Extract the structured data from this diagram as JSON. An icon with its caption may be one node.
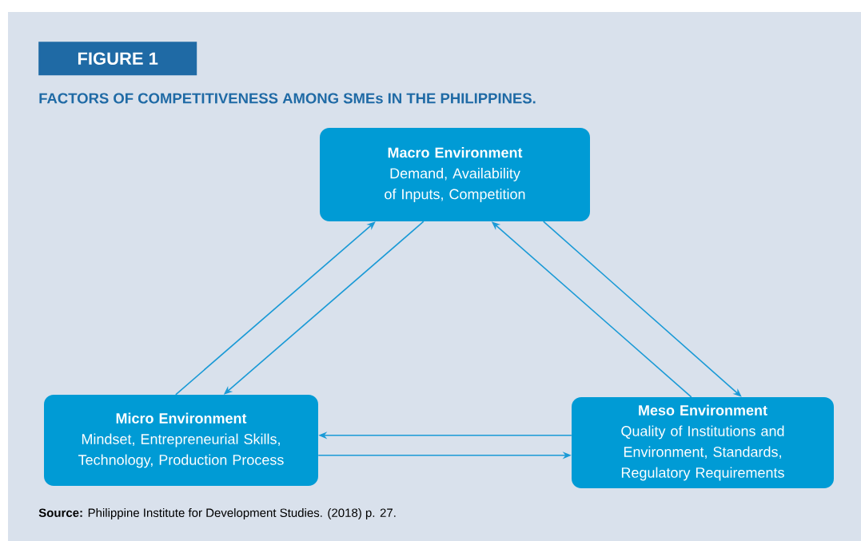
{
  "diagram": {
    "title": "FACTORS OF COMPETITIVENESS AMONG SMEs IN THE PHILIPPINES.",
    "caption": "**Source:** Philippine Institute for Development Studies. (2018) p. 27.",
    "labels": [
      "FIGURE 1"
    ],
    "nodes": [
      {
        "text": [
          "Macro Environment",
          "Demand, Availability of Inputs, Competition"
        ]
      },
      {
        "text": [
          "Micro Environment",
          "Mindset, Entrepreneurial Skills, Technology, Production Process"
        ]
      },
      {
        "text": [
          "Meso Environment",
          "Quality of Institutions and Environment, Standards, Regulatory Requirements"
        ]
      }
    ],
    "edges": [
      {
        "from": 1,
        "to": 0,
        "arrow": "to"
      },
      {
        "from": 0,
        "to": 1,
        "arrow": "to"
      },
      {
        "from": 2,
        "to": 0,
        "arrow": "to"
      },
      {
        "from": 0,
        "to": 2,
        "arrow": "to"
      },
      {
        "from": 2,
        "to": 1,
        "arrow": "to"
      },
      {
        "from": 1,
        "to": 2,
        "arrow": "to"
      }
    ]
  }
}
